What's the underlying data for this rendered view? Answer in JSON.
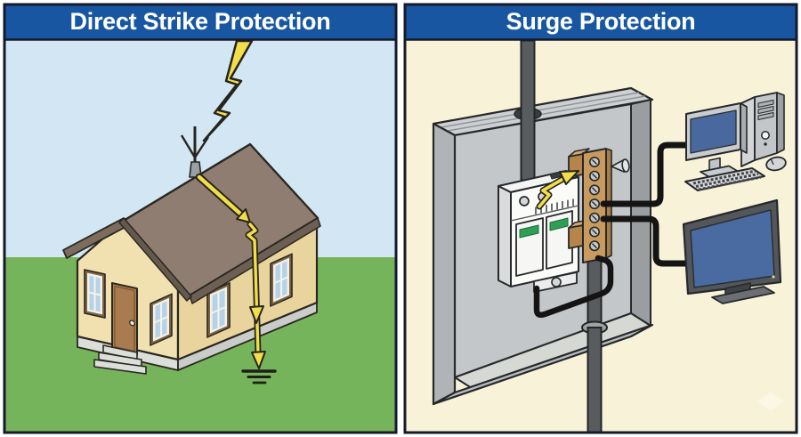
{
  "panels": [
    {
      "id": "direct-strike-protection",
      "title": "Direct Strike Protection"
    },
    {
      "id": "surge-protection",
      "title": "Surge Protection"
    }
  ],
  "colors": {
    "header_blue": "#1856a1",
    "panel_border": "#151a2b",
    "sky": "#d3e6f3",
    "grass": "#76b45b",
    "panel_cream": "#f8f3d8",
    "lightning_yellow": "#f2de4a",
    "wire_black": "#141414",
    "house_wall": "#f1e1b0",
    "roof_brown": "#8e7d70",
    "busbar_brass": "#c99a5e",
    "screen_blue": "#4a6ba1",
    "spd_indicator_green": "#2f9f56",
    "enclosure_gray": "#c4c7c9"
  },
  "left_panel_elements": [
    "lightning-bolt",
    "lightning-rod",
    "house",
    "roof",
    "door",
    "windows",
    "down-conductor-arrows",
    "ground-symbol"
  ],
  "right_panel_elements": [
    "service-conduit",
    "electrical-enclosure",
    "surge-protective-device",
    "grounding-busbar",
    "ground-conduit",
    "connection-wires",
    "desktop-computer",
    "monitor",
    "keyboard",
    "mouse",
    "television"
  ]
}
